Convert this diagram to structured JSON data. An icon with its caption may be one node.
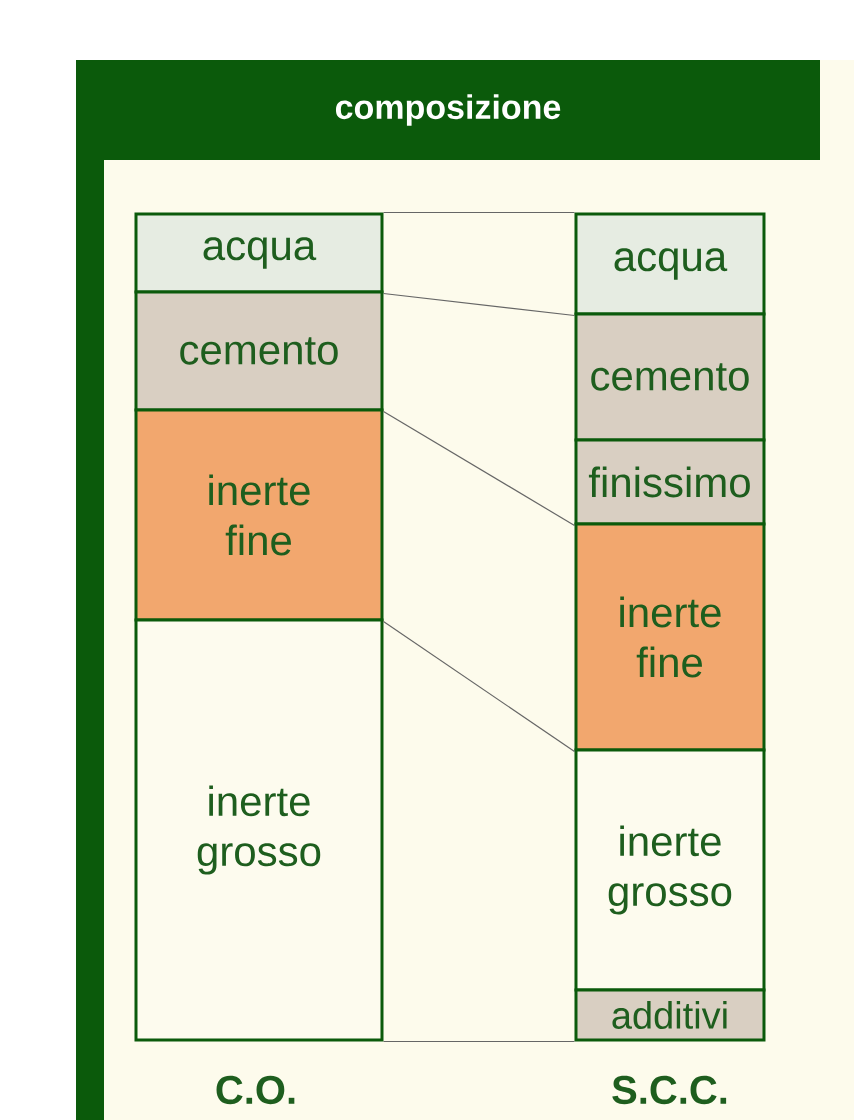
{
  "diagram": {
    "title": "composizione",
    "nodes": [
      {
        "text": [
          "acqua"
        ]
      },
      {
        "text": [
          "cemento"
        ]
      },
      {
        "text": [
          "inerte fine"
        ]
      },
      {
        "text": [
          "inerte grosso"
        ]
      },
      {
        "text": [
          "acqua"
        ]
      },
      {
        "text": [
          "cemento"
        ]
      },
      {
        "text": [
          "finissimo"
        ]
      },
      {
        "text": [
          "inerte fine"
        ]
      },
      {
        "text": [
          "inerte grosso"
        ]
      },
      {
        "text": [
          "additivi"
        ]
      }
    ],
    "edges": [
      {
        "from": 0,
        "to": 4,
        "arrow": "none"
      },
      {
        "from": 0,
        "to": 4,
        "arrow": "none"
      },
      {
        "from": 1,
        "to": 6,
        "arrow": "none"
      },
      {
        "from": 2,
        "to": 7,
        "arrow": "none"
      },
      {
        "from": 3,
        "to": 9,
        "arrow": "none"
      }
    ],
    "labels": [
      "C.O.",
      "S.C.C."
    ]
  }
}
